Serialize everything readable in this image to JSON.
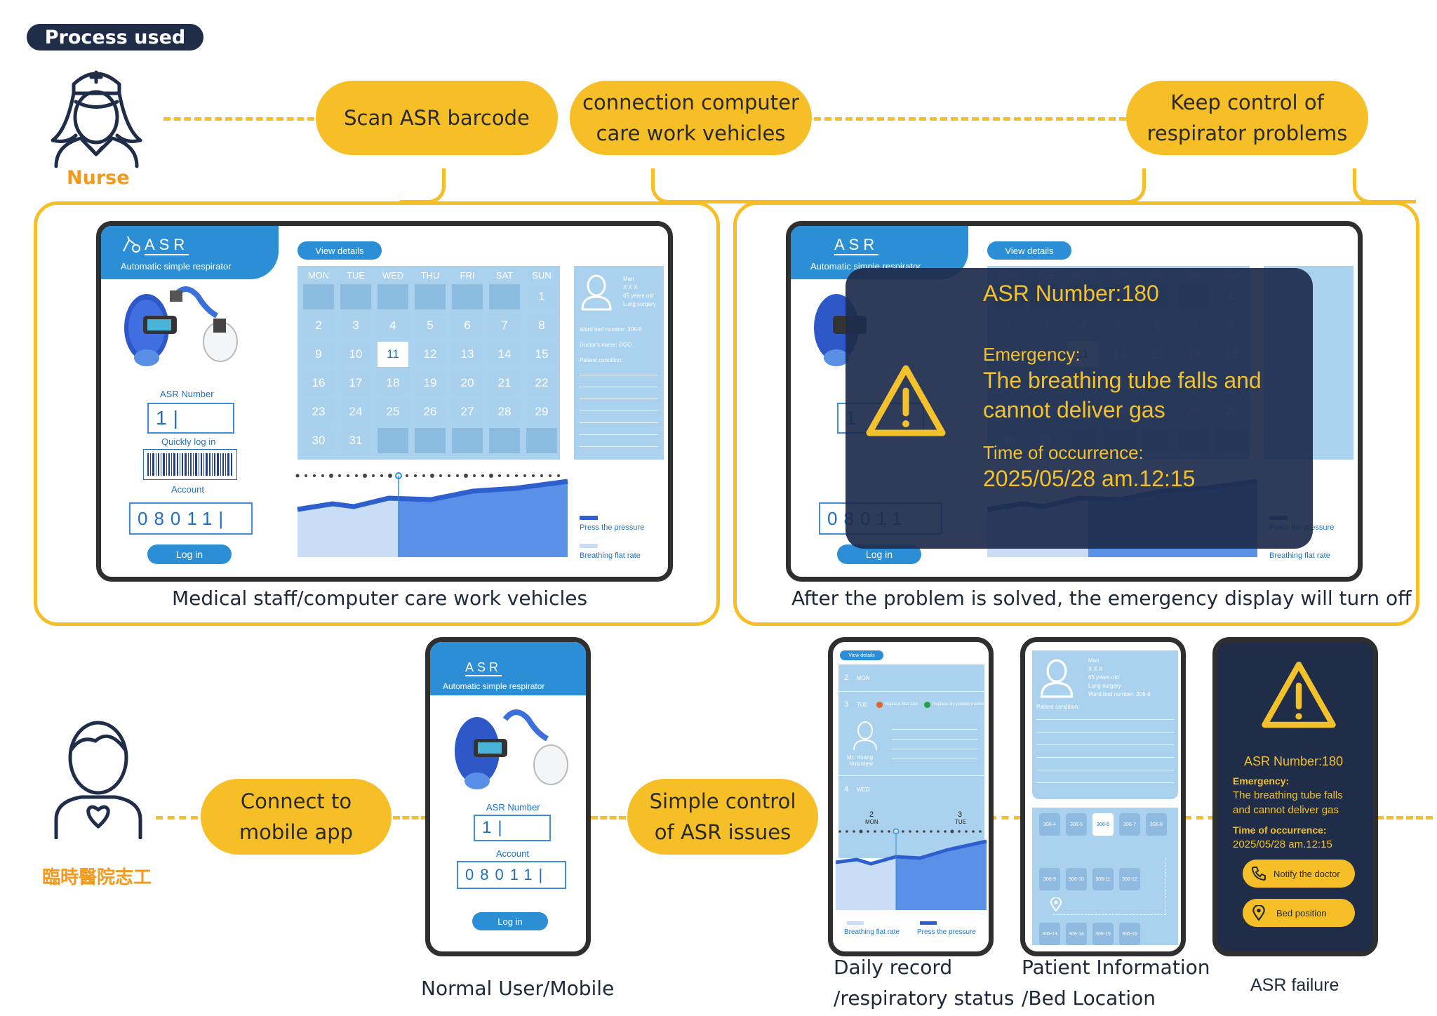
{
  "header": {
    "process_used": "Process used"
  },
  "roles": {
    "nurse": "Nurse",
    "volunteer": "臨時醫院志工"
  },
  "steps": {
    "scan": "Scan ASR barcode",
    "connection_l1": "connection computer",
    "connection_l2": "care work vehicles",
    "keep_l1": "Keep control of",
    "keep_l2": "respirator problems",
    "connect_l1": "Connect to",
    "connect_l2": "mobile app",
    "simple_l1": "Simple control",
    "simple_l2": "of ASR issues"
  },
  "captions": {
    "left_panel": "Medical staff/computer care work vehicles",
    "right_panel": "After the problem is solved, the emergency display will turn off",
    "mobile": "Normal User/Mobile",
    "daily_l1": "Daily record",
    "daily_l2": "/respiratory status",
    "patient_l1": "Patient Information",
    "patient_l2": "/Bed Location",
    "failure": "ASR failure"
  },
  "app": {
    "brand": "ASR",
    "subtitle": "Automatic simple respirator",
    "view_details": "View details",
    "asr_number_label": "ASR Number",
    "asr_number_value": "1",
    "quick_login": "Quickly log in",
    "account_label": "Account",
    "account_value": "08011",
    "login": "Log in",
    "weekdays": [
      "MON",
      "TUE",
      "WED",
      "THU",
      "FRI",
      "SAT",
      "SUN"
    ],
    "days": [
      "1",
      "2",
      "3",
      "4",
      "5",
      "6",
      "7",
      "8",
      "9",
      "10",
      "11",
      "12",
      "13",
      "14",
      "15",
      "16",
      "17",
      "18",
      "19",
      "20",
      "21",
      "22",
      "23",
      "24",
      "25",
      "26",
      "27",
      "28",
      "29",
      "30",
      "31"
    ],
    "legend_pressure": "Press the pressure",
    "legend_flat": "Breathing flat rate",
    "patient": {
      "gender": "Man",
      "name": "X X X",
      "age": "65 years old",
      "surgery": "Lung surgery",
      "ward": "Ward bed number: 306-6",
      "doctor": "Doctor's name: OOO",
      "condition": "Patient condition:"
    }
  },
  "alert": {
    "number": "ASR Number:180",
    "emergency_label": "Emergency:",
    "emergency_l1": "The breathing tube falls and",
    "emergency_l2": "cannot deliver gas",
    "time_label": "Time of occurrence:",
    "time_value": "2025/05/28 am.12:15"
  },
  "daily": {
    "rows": [
      {
        "num": "2",
        "day": "MON"
      },
      {
        "num": "3",
        "day": "TUE"
      },
      {
        "num": "4",
        "day": "WED"
      }
    ],
    "note1": "Replace filter tank",
    "note2": "Replace dry powder medicine",
    "volunteer_l1": "Mr. Huang",
    "volunteer_l2": "Volunteer",
    "axis": [
      {
        "num": "2",
        "day": "MON"
      },
      {
        "num": "3",
        "day": "TUE"
      }
    ]
  },
  "beds": [
    "306-4",
    "306-5",
    "306-6",
    "306-7",
    "306-8",
    "306-9",
    "306-10",
    "306-11",
    "306-12",
    "306-13",
    "306-14",
    "306-15",
    "306-16"
  ],
  "failure": {
    "number": "ASR Number:180",
    "emergency_label": "Emergency:",
    "emergency_l1": "The breathing tube falls",
    "emergency_l2": "and cannot deliver gas",
    "time_label": "Time of occurrence:",
    "time_value": "2025/05/28 am.12:15",
    "notify": "Notify the doctor",
    "bed": "Bed position"
  },
  "colors": {
    "accent": "#f7bf27",
    "navy": "#1f2d48",
    "blue": "#2c8fd6",
    "light_blue": "#aad2ee"
  }
}
